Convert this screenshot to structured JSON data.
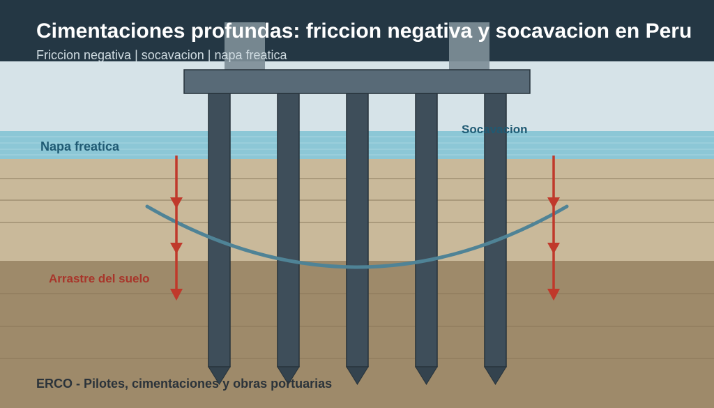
{
  "header": {
    "title": "Cimentaciones profundas: friccion negativa y socavacion en Peru",
    "subtitle": "Friccion negativa | socavacion | napa freatica"
  },
  "labels": {
    "water_table": "Napa freatica",
    "scour": "Socavacion",
    "soil_drag": "Arrastre del suelo"
  },
  "footer": {
    "credit": "ERCO - Pilotes, cimentaciones y obras portuarias"
  },
  "piles": {
    "count": 5
  },
  "colors": {
    "header_bg": "#243744",
    "sky": "#d6e3e8",
    "water": "#8cc7d6",
    "upper_soil": "#c9b99a",
    "lower_soil": "#9e8a6a",
    "pile": "#3e4e5a",
    "pile_cap": "#586a77",
    "column": "#7e8e97",
    "arrow": "#c0392b",
    "scour_curve": "#4f8396",
    "label_blue": "#1f5a73",
    "label_red": "#a8352a",
    "footer_text": "#2b333a"
  }
}
